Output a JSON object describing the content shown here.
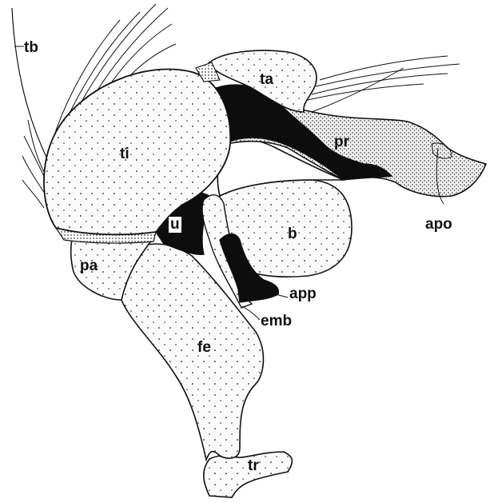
{
  "figure": {
    "labels": {
      "tb": "tb",
      "ta": "ta",
      "ti": "ti",
      "pr": "pr",
      "u": "u",
      "b": "b",
      "apo": "apo",
      "pa": "pa",
      "app": "app",
      "emb": "emb",
      "fe": "fe",
      "tr": "tr"
    },
    "colors": {
      "ink": "#111111",
      "sclerite_fill": "#f4f4f4",
      "dark_fill": "#0d0d0d",
      "paper": "#ffffff"
    }
  }
}
